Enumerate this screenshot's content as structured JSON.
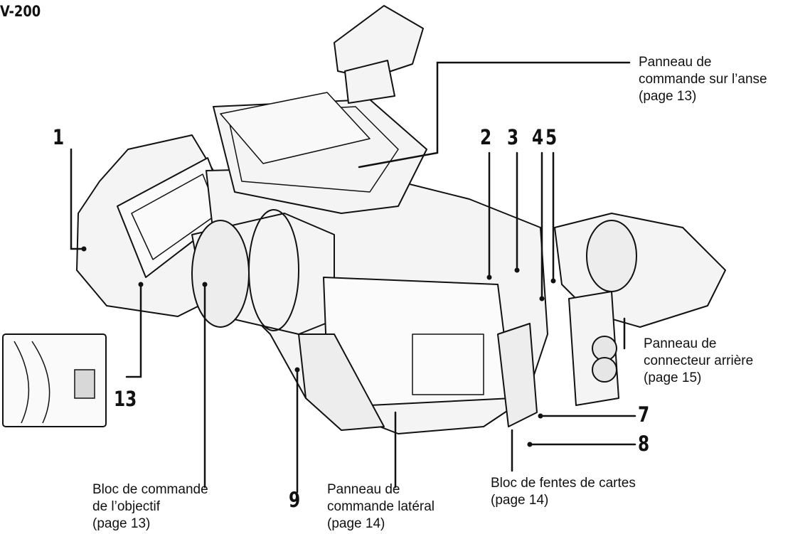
{
  "model_label": "V-200",
  "callouts": {
    "n1": "1",
    "n2": "2",
    "n3": "3",
    "n4": "4",
    "n5": "5",
    "n7": "7",
    "n8": "8",
    "n9": "9",
    "n13": "13"
  },
  "labels": {
    "handle_panel": [
      "Panneau de",
      "commande sur l’anse",
      "(page 13)"
    ],
    "rear_panel": [
      "Panneau de",
      "connecteur arrière",
      "(page 15)"
    ],
    "lens_block": [
      "Bloc de commande",
      "de l’objectif",
      "(page 13)"
    ],
    "side_panel": [
      "Panneau de",
      "commande latéral",
      "(page 14)"
    ],
    "card_slots": [
      "Bloc de fentes de cartes",
      "(page 14)"
    ]
  },
  "colors": {
    "ink": "#111111",
    "body_fill": "#f4f4f4",
    "dark_part": "#c9c9c9"
  }
}
